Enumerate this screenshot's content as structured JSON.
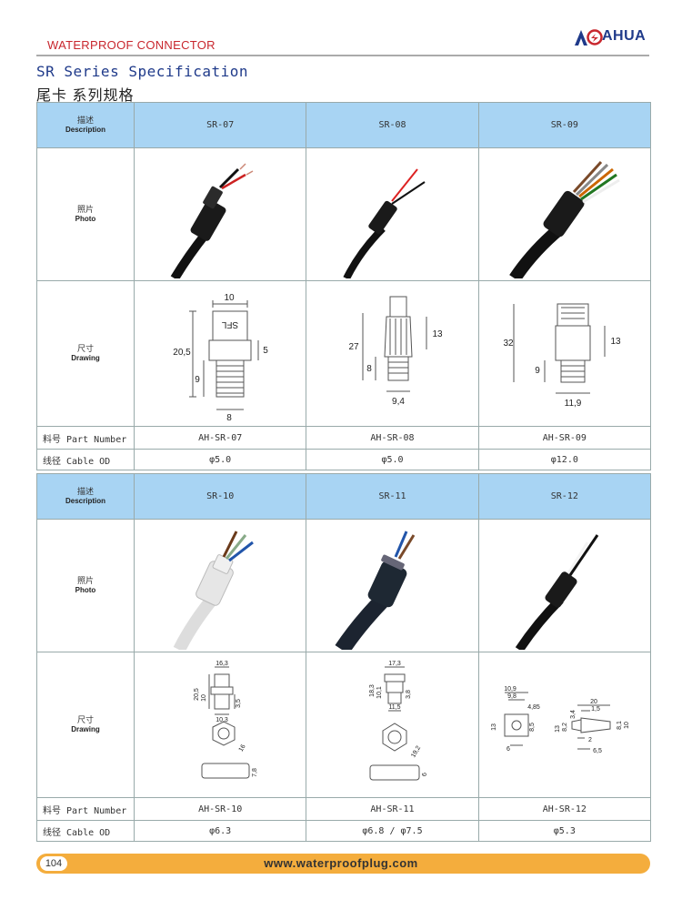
{
  "header": {
    "section_title": "WATERPROOF CONNECTOR",
    "brand": "AHUA",
    "subtitle_en": "SR Series Specification",
    "subtitle_cn": "尾卡 系列规格"
  },
  "row_labels": {
    "desc_cn": "描述",
    "desc_en": "Description",
    "photo_cn": "照片",
    "photo_en": "Photo",
    "draw_cn": "尺寸",
    "draw_en": "Drawing",
    "part_number": "料号 Part Number",
    "cable_od": "线径 Cable OD"
  },
  "table1": {
    "models": [
      {
        "name": "SR-07",
        "part": "AH-SR-07",
        "od": "φ5.0",
        "dims": {
          "w": "10",
          "h": "20,5",
          "mid": "5",
          "thread": "9",
          "base": "8",
          "mark": "SFL"
        }
      },
      {
        "name": "SR-08",
        "part": "AH-SR-08",
        "od": "φ5.0",
        "dims": {
          "h": "27",
          "mid": "13",
          "thread": "8",
          "base": "9,4"
        }
      },
      {
        "name": "SR-09",
        "part": "AH-SR-09",
        "od": "φ12.0",
        "dims": {
          "h": "32",
          "mid": "13",
          "thread": "9",
          "base": "11,9"
        }
      }
    ]
  },
  "table2": {
    "models": [
      {
        "name": "SR-10",
        "part": "AH-SR-10",
        "od": "φ6.3",
        "dims": {
          "w": "16,3",
          "h": "20,5",
          "a": "10",
          "b": "3,5",
          "c": "10,3",
          "hex": "16",
          "nut": "7,8"
        }
      },
      {
        "name": "SR-11",
        "part": "AH-SR-11",
        "od": "φ6.8 / φ7.5",
        "dims": {
          "w": "17,3",
          "h": "18,3",
          "a": "10,1",
          "b": "3,8",
          "c": "11,5",
          "hex": "19,2",
          "nut": "6"
        }
      },
      {
        "name": "SR-12",
        "part": "AH-SR-12",
        "od": "φ5.3",
        "dims": {
          "a": "10,9",
          "b": "9,8",
          "c": "4,85",
          "d": "13",
          "e": "8,5",
          "f": "6",
          "g": "20",
          "h": "1,5",
          "i": "13",
          "j": "8,2",
          "k": "3,4",
          "l": "2",
          "m": "6,5",
          "n": "8,1",
          "o": "10"
        }
      }
    ]
  },
  "footer": {
    "page_number": "104",
    "website": "www.waterproofplug.com"
  },
  "colors": {
    "header_text": "#c8262d",
    "brand_blue": "#1f3a8a",
    "table_header_bg": "#a8d4f3",
    "footer_bar": "#f4ad3d"
  }
}
